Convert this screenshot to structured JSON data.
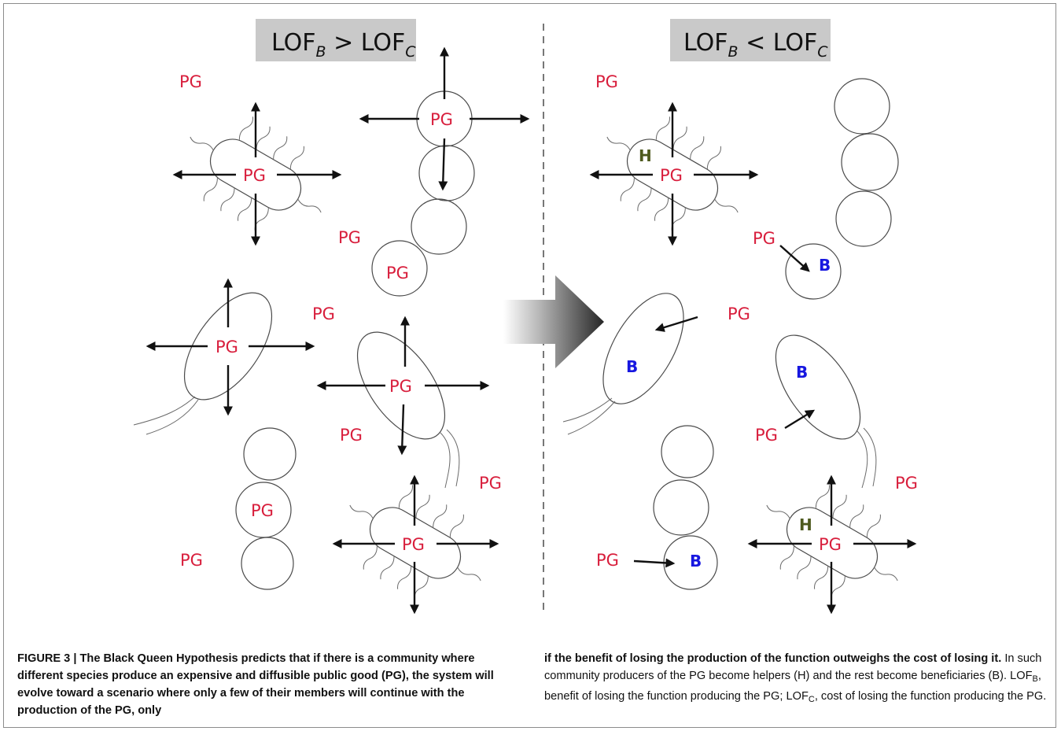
{
  "panels": {
    "left": {
      "header": {
        "main": "LOF",
        "sub": "B",
        "relation": " > LOF",
        "sub2": "C"
      },
      "pg_label": "PG"
    },
    "right": {
      "header": {
        "main": "LOF",
        "sub": "B",
        "relation": " < LOF",
        "sub2": "C"
      },
      "pg_label": "PG",
      "helper_label": "H",
      "beneficiary_label": "B"
    }
  },
  "colors": {
    "pg": "#d81e3c",
    "beneficiary": "#1717e0",
    "helper": "#4e5a1e",
    "header_box": "#c9c9c9",
    "divider": "#777777"
  },
  "caption": {
    "left": "FIGURE 3 | The Black Queen Hypothesis predicts that if there is a community where different species produce an expensive and diffusible public good (PG), the system will evolve toward a scenario where only a few of their members will continue with the production of the PG, only",
    "right_bold": "if the benefit of losing the production of the function outweighs the cost of losing it.",
    "right_text": " In such community producers of the PG become helpers (H) and the rest become beneficiaries (B). LOF",
    "right_sub_b": "B",
    "right_text2": ", benefit of losing the function producing the PG; LOF",
    "right_sub_c": "C",
    "right_text3": ", cost of losing the function producing the PG."
  }
}
